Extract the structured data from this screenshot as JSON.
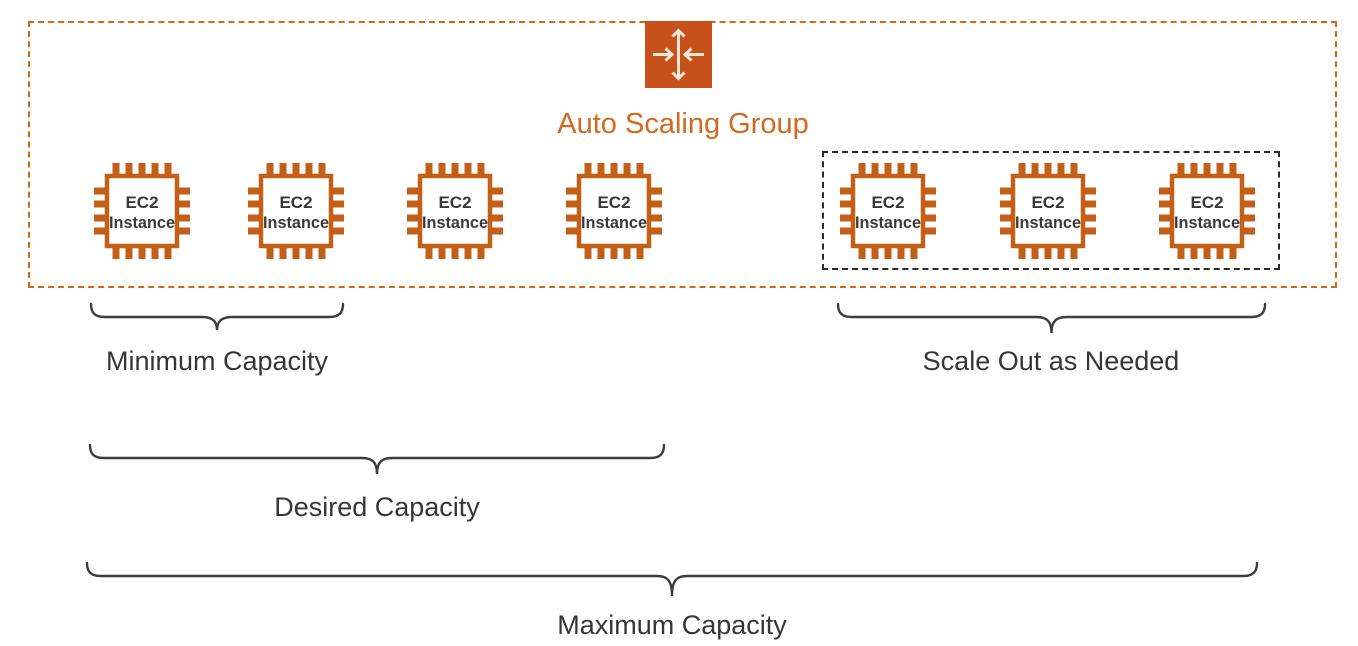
{
  "asg": {
    "title": "Auto Scaling Group",
    "icon_name": "auto-scaling-icon"
  },
  "ec2": {
    "line1": "EC2",
    "line2": "Instance",
    "count": 7,
    "scaled_out_count": 3
  },
  "annotations": {
    "minimum": {
      "label": "Minimum Capacity"
    },
    "scale_out": {
      "label": "Scale Out as Needed"
    },
    "desired": {
      "label": "Desired Capacity"
    },
    "maximum": {
      "label": "Maximum Capacity"
    }
  },
  "colors": {
    "background": "#FFFFFF",
    "asg_border": "#D2690F",
    "asg_title": "#D2691E",
    "icon_bg": "#C8511B",
    "icon_arrow": "#F2E8D8",
    "chip": "#C45F17",
    "chip_text": "#3A3A3A",
    "scale_border": "#2B2B2B",
    "brace": "#3D3D3D",
    "label": "#363636"
  }
}
